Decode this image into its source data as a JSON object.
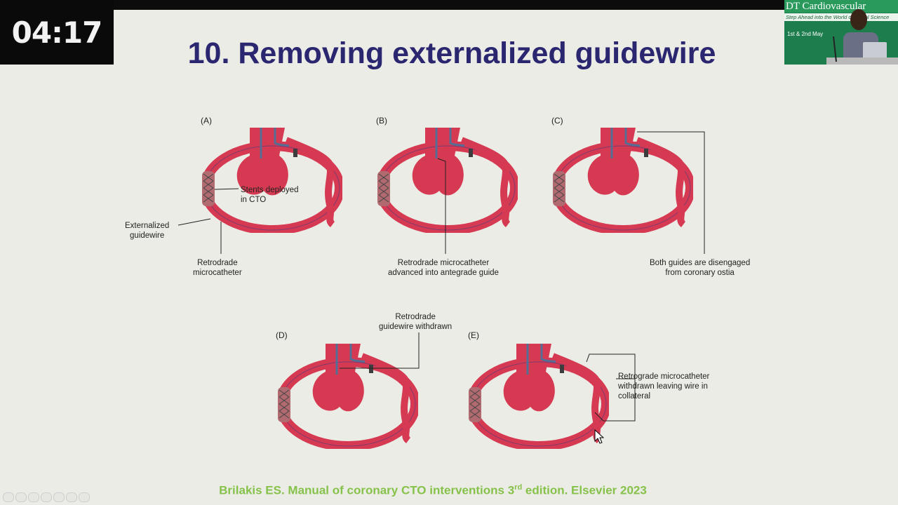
{
  "timer": "04:17",
  "slide": {
    "title": "10. Removing externalized guidewire",
    "citation_main": "Brilakis ES. Manual of coronary CTO interventions 3",
    "citation_sup": "rd",
    "citation_tail": " edition. Elsevier 2023"
  },
  "webcam": {
    "banner": "DT Cardiovascular",
    "subtitle": "Step Ahead into the World of Digital Science",
    "date": "1st & 2nd May"
  },
  "panels": [
    {
      "label": "(A)",
      "annotations": [
        "Stents deployed\nin CTO",
        "Externalized\nguidewire",
        "Retrodrade\nmicrocatheter"
      ]
    },
    {
      "label": "(B)",
      "annotations": [
        "Retrodrade microcatheter\nadvanced into antegrade guide"
      ]
    },
    {
      "label": "(C)",
      "annotations": [
        "Both guides are disengaged\nfrom coronary ostia"
      ]
    },
    {
      "label": "(D)",
      "annotations": [
        "Retrodrade\nguidewire withdrawn"
      ]
    },
    {
      "label": "(E)",
      "annotations": [
        "Retrograde microcatheter\nwithdrawn leaving wire in\ncollateral"
      ]
    }
  ],
  "colors": {
    "title": "#2b2670",
    "citation": "#86c24a",
    "vessel": "#d63a52",
    "background": "#ecece6"
  }
}
